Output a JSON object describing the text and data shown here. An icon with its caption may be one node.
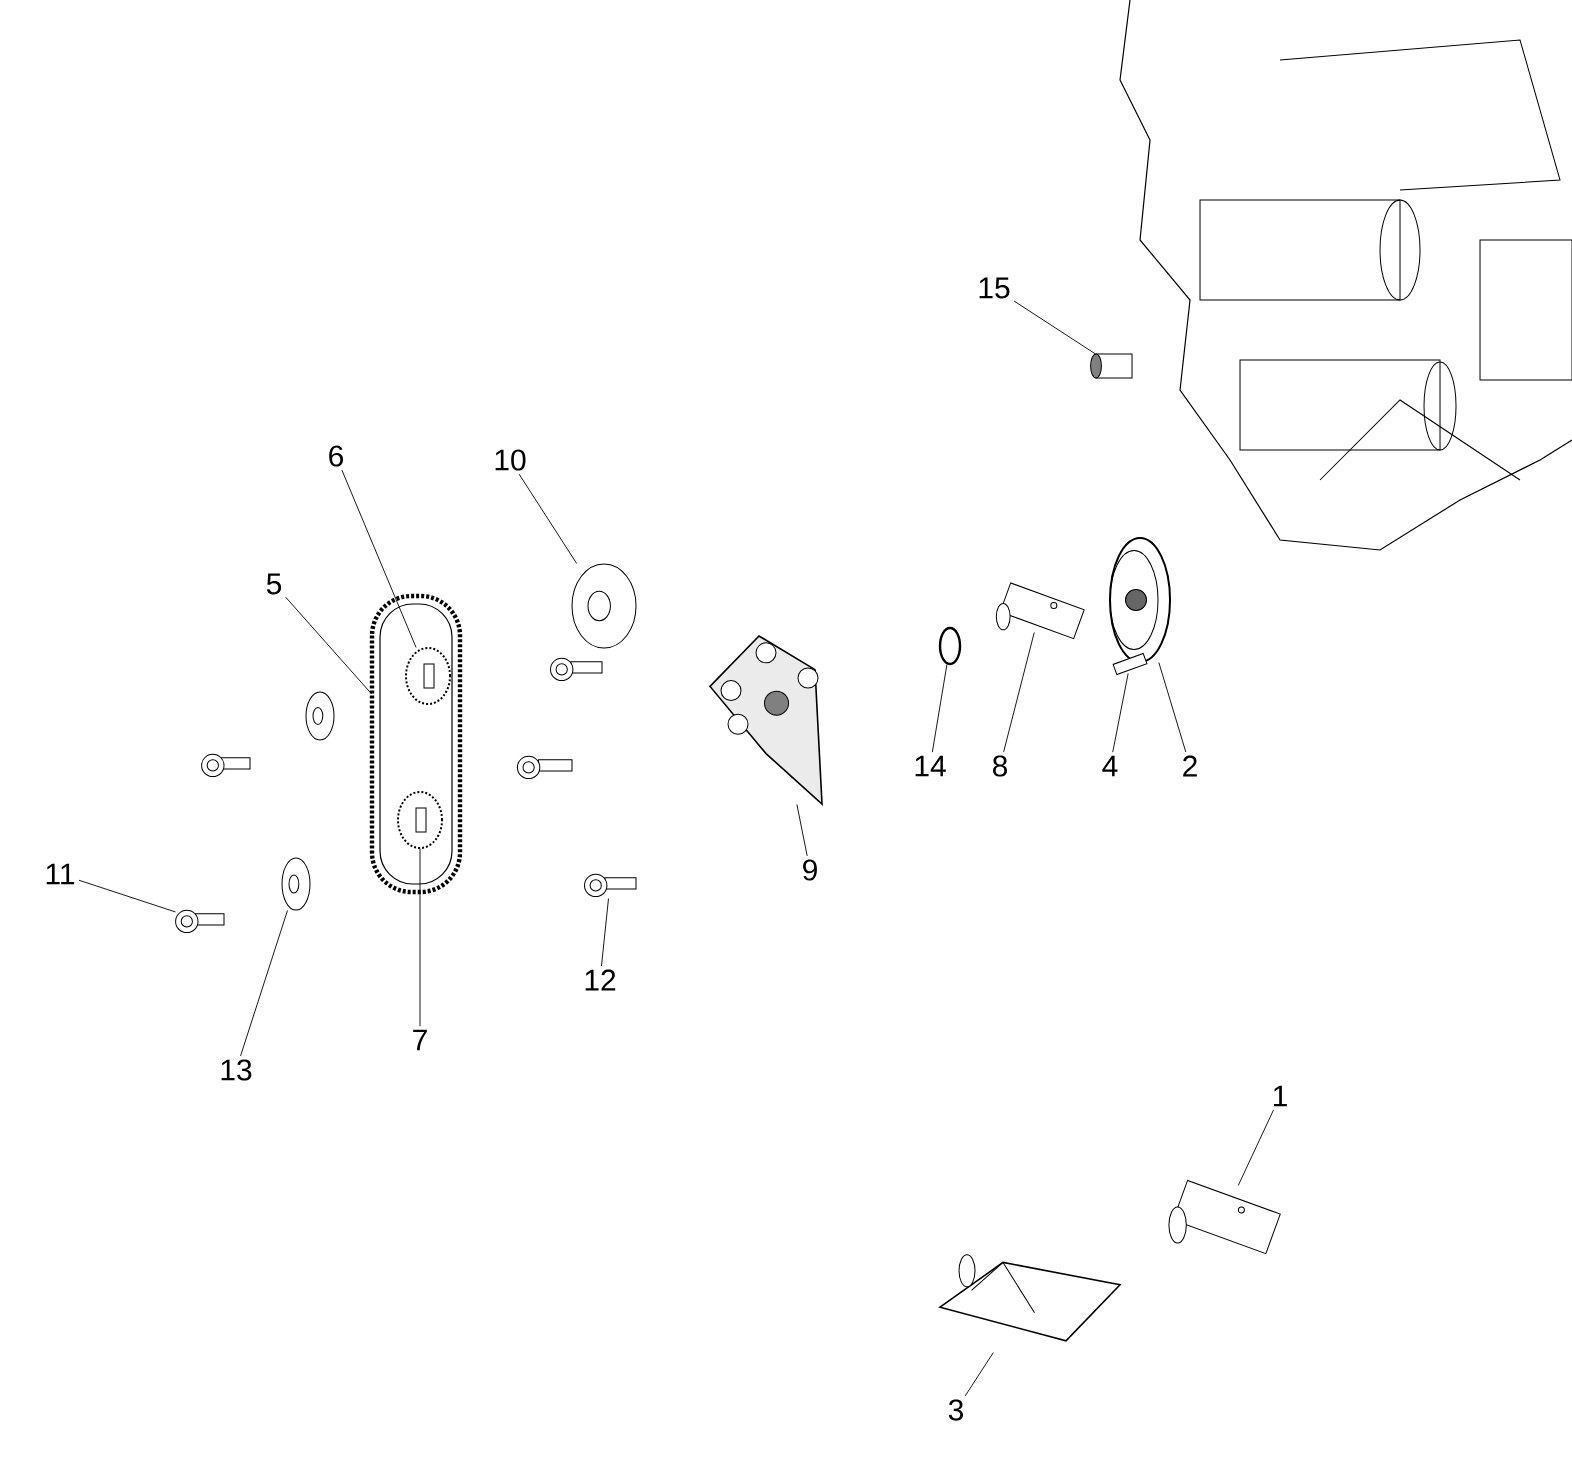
{
  "diagram": {
    "nodes": [
      {
        "text": [
          "1"
        ]
      },
      {
        "text": [],
        "shape": "picture"
      },
      {
        "text": [
          "2"
        ]
      },
      {
        "text": [],
        "shape": "picture"
      },
      {
        "text": [
          "3"
        ]
      },
      {
        "text": [],
        "shape": "picture"
      },
      {
        "text": [
          "4"
        ]
      },
      {
        "text": [],
        "shape": "picture"
      },
      {
        "text": [
          "5"
        ]
      },
      {
        "text": [],
        "shape": "picture"
      },
      {
        "text": [
          "6"
        ]
      },
      {
        "text": [],
        "shape": "picture",
        "in": 9
      },
      {
        "text": [
          "7"
        ]
      },
      {
        "text": [],
        "shape": "picture",
        "in": 9
      },
      {
        "text": [
          "8"
        ]
      },
      {
        "text": [],
        "shape": "picture"
      },
      {
        "text": [
          "9"
        ]
      },
      {
        "text": [],
        "shape": "picture"
      },
      {
        "text": [
          "10"
        ]
      },
      {
        "text": [],
        "shape": "picture"
      },
      {
        "text": [
          "11"
        ]
      },
      {
        "text": [],
        "shape": "picture"
      },
      {
        "text": [
          "12"
        ]
      },
      {
        "text": [],
        "shape": "picture"
      },
      {
        "text": [
          "13"
        ]
      },
      {
        "text": [],
        "shape": "picture"
      },
      {
        "text": [
          "14"
        ]
      },
      {
        "text": [],
        "shape": "circle"
      },
      {
        "text": [
          "15"
        ]
      },
      {
        "text": [],
        "shape": "box"
      }
    ],
    "edges": [
      {
        "from": 0,
        "to": 1,
        "arrow": "none"
      },
      {
        "from": 2,
        "to": 3,
        "arrow": "none"
      },
      {
        "from": 4,
        "to": 5,
        "arrow": "none"
      },
      {
        "from": 6,
        "to": 7,
        "arrow": "none"
      },
      {
        "from": 8,
        "to": 9,
        "arrow": "none"
      },
      {
        "from": 10,
        "to": 11,
        "arrow": "none"
      },
      {
        "from": 12,
        "to": 13,
        "arrow": "none"
      },
      {
        "from": 14,
        "to": 15,
        "arrow": "none"
      },
      {
        "from": 16,
        "to": 17,
        "arrow": "none"
      },
      {
        "from": 18,
        "to": 19,
        "arrow": "none"
      },
      {
        "from": 20,
        "to": 21,
        "arrow": "none"
      },
      {
        "from": 22,
        "to": 23,
        "arrow": "none"
      },
      {
        "from": 24,
        "to": 25,
        "arrow": "none"
      },
      {
        "from": 26,
        "to": 27,
        "arrow": "none"
      },
      {
        "from": 28,
        "to": 29,
        "arrow": "none"
      }
    ]
  }
}
